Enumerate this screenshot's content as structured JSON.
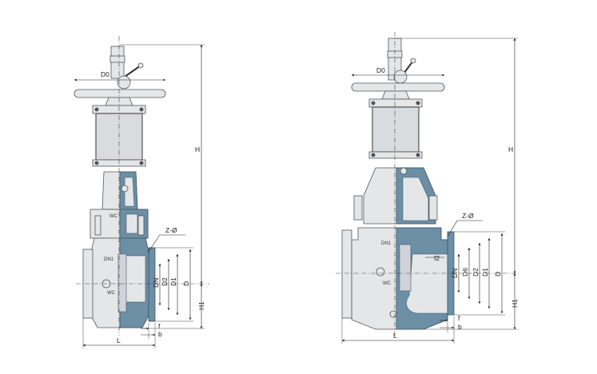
{
  "left_view": {
    "labels": {
      "d0": "D0",
      "h": "H",
      "h1": "H1",
      "z": "Z-Ø",
      "l": "L",
      "dn": "DN",
      "d2": "D2",
      "d1": "D1",
      "d": "D",
      "f": "f",
      "b": "b",
      "wc": "WC",
      "wc2": "WC",
      "dn1": "DN1"
    }
  },
  "right_view": {
    "labels": {
      "d0": "D0",
      "h": "H",
      "h1": "H1",
      "z": "Z-Ø",
      "f2": "f2",
      "dn": "DN",
      "d6": "D6",
      "d2": "D2",
      "d1": "D1",
      "d": "D",
      "f": "f",
      "b": "b",
      "l": "L",
      "dn1": "DN1",
      "wc": "WC"
    }
  },
  "colors": {
    "cut_section": "#6c8fa6",
    "body": "#e4e6e8",
    "line": "#222222"
  }
}
